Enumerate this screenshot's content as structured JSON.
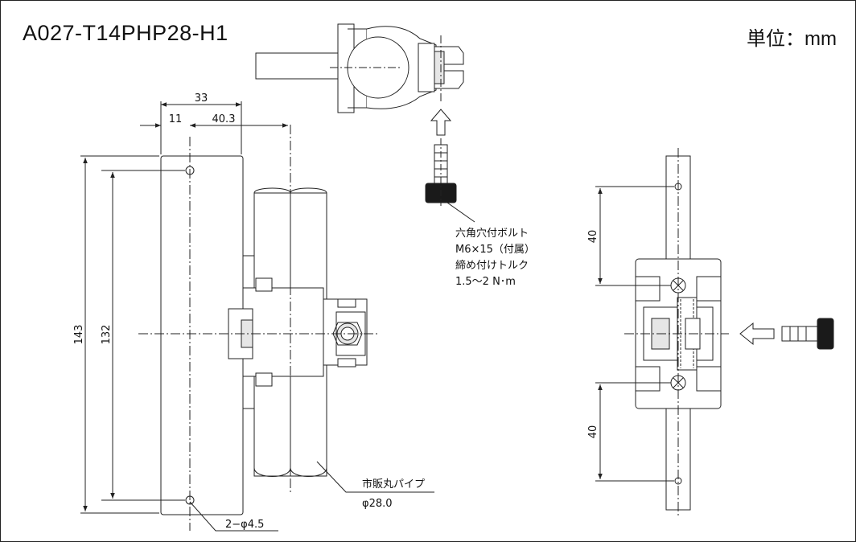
{
  "header": {
    "model_number": "A027-T14PHP28-H1",
    "unit": "単位：mm"
  },
  "dimensions": {
    "width_total": "33",
    "width_left": "11",
    "width_right": "40.3",
    "height_total": "143",
    "height_holes": "132",
    "hole_spacing_upper": "40",
    "hole_spacing_lower": "40",
    "holes": "2−φ4.5"
  },
  "annotations": {
    "bolt_line1": "六角穴付ボルト",
    "bolt_line2": "M6×15（付属）",
    "bolt_line3": "締め付けトルク",
    "bolt_line4": "1.5〜2 N･m",
    "pipe_line1": "市販丸パイプ",
    "pipe_line2": "φ28.0"
  },
  "colors": {
    "line": "#222222",
    "fill_gray": "#e6e6e6",
    "fill_dark": "#1a1a1a"
  }
}
